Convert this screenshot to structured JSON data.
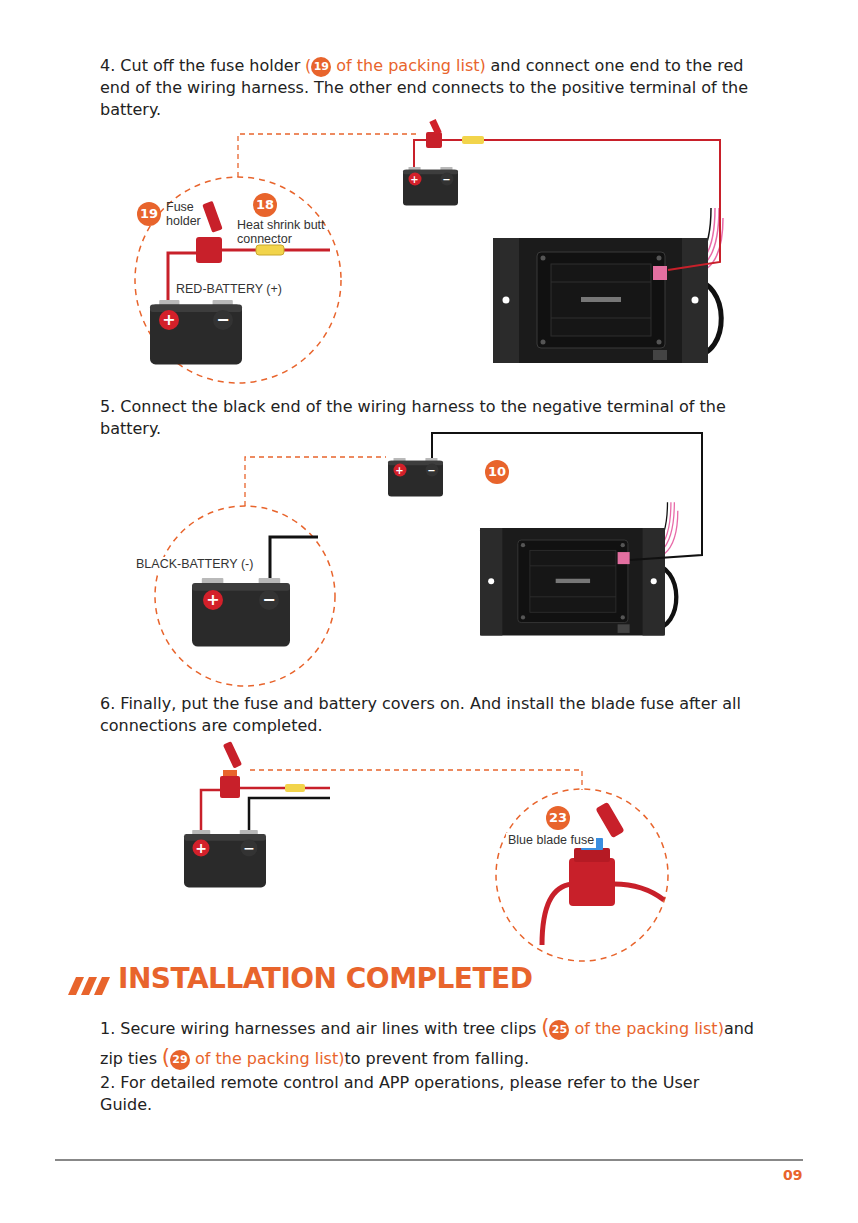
{
  "diagram": {
    "title": "INSTALLATION COMPLETED",
    "labels": [
      "4. Cut off the fuse holder",
      "(",
      "19",
      "of the packing list)",
      "and connect one end to the red end of the wiring harness. The other end connects to the positive terminal of the battery.",
      "+",
      "−",
      "19",
      "Fuse holder",
      "18",
      "Heat shrink butt connector",
      "RED-BATTERY (+)",
      "+",
      "−",
      "5. Connect the black end of the wiring harness to the negative terminal of the battery.",
      "+",
      "−",
      "10",
      "BLACK-BATTERY (-)",
      "+",
      "−",
      "6. Finally, put the fuse and battery covers on. And install the blade fuse after all connections are completed.",
      "+",
      "−",
      "23",
      "Blue blade fuse",
      "1. Secure wiring harnesses and air lines with tree clips",
      "(",
      "25",
      "of the packing list)",
      "and zip ties",
      "(",
      "29",
      "of the packing list)",
      "to prevent from falling.",
      "2. For detailed remote control and APP operations, please refer to the User Guide.",
      "09"
    ]
  }
}
